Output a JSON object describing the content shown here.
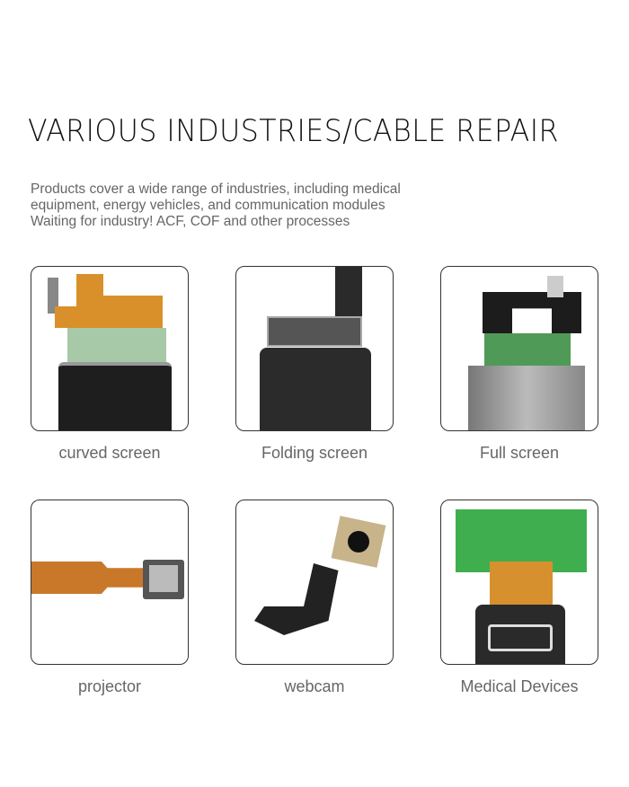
{
  "title": "VARIOUS INDUSTRIES/CABLE REPAIR",
  "description": [
    "Products cover a wide range of industries, including medical",
    "equipment, energy vehicles, and communication modules",
    "Waiting for industry! ACF, COF and other processes"
  ],
  "items": [
    {
      "label": "curved screen"
    },
    {
      "label": "Folding screen"
    },
    {
      "label": "Full screen"
    },
    {
      "label": "projector"
    },
    {
      "label": "webcam"
    },
    {
      "label": "Medical Devices"
    }
  ]
}
